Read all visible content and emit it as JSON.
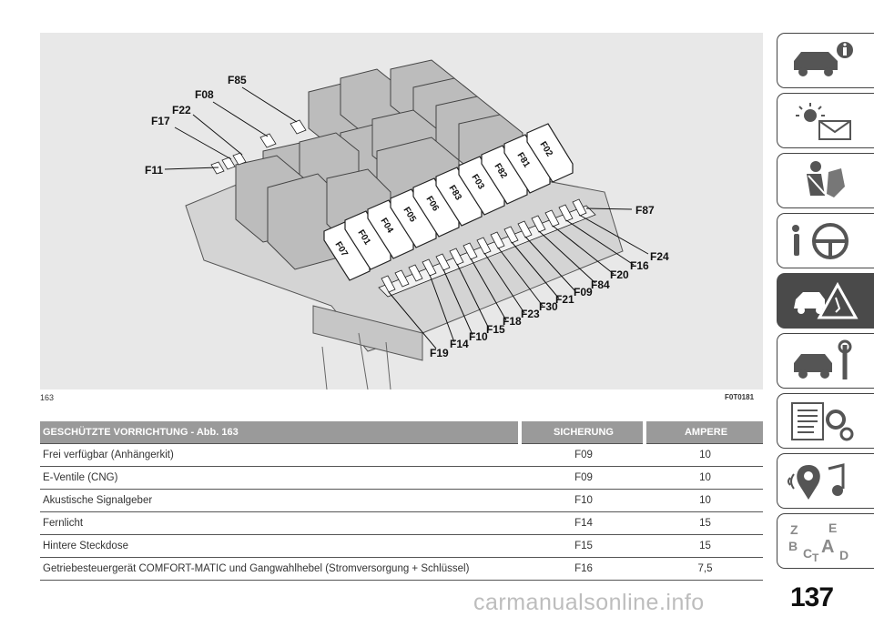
{
  "figure": {
    "number": "163",
    "code": "F0T0181",
    "callouts_left": [
      "F85",
      "F08",
      "F22",
      "F17",
      "F11"
    ],
    "callouts_right": [
      "F87",
      "F24",
      "F16",
      "F20",
      "F84",
      "F09",
      "F21",
      "F30",
      "F23",
      "F18",
      "F15",
      "F10",
      "F14",
      "F19"
    ],
    "fuses_big": [
      "F07",
      "F01",
      "F04",
      "F05",
      "F06",
      "F83",
      "F03",
      "F82",
      "F81",
      "F02"
    ]
  },
  "table": {
    "headers": {
      "device": "GESCHÜTZTE VORRICHTUNG - Abb. 163",
      "fuse": "SICHERUNG",
      "amps": "AMPERE"
    },
    "rows": [
      {
        "device": "Frei verfügbar (Anhängerkit)",
        "fuse": "F09",
        "amps": "10"
      },
      {
        "device": "E-Ventile (CNG)",
        "fuse": "F09",
        "amps": "10"
      },
      {
        "device": "Akustische Signalgeber",
        "fuse": "F10",
        "amps": "10"
      },
      {
        "device": "Fernlicht",
        "fuse": "F14",
        "amps": "15"
      },
      {
        "device": "Hintere Steckdose",
        "fuse": "F15",
        "amps": "15"
      },
      {
        "device": "Getriebesteuergerät COMFORT-MATIC und Gangwahlhebel (Stromversorgung + Schlüssel)",
        "fuse": "F16",
        "amps": "7,5"
      }
    ]
  },
  "sidebar": {
    "tabs": [
      {
        "icon": "car-info-icon"
      },
      {
        "icon": "warning-lights-icon"
      },
      {
        "icon": "seat-safety-icon"
      },
      {
        "icon": "steering-wheel-icon"
      },
      {
        "icon": "emergency-icon",
        "active": true
      },
      {
        "icon": "maintenance-icon"
      },
      {
        "icon": "technical-data-icon"
      },
      {
        "icon": "multimedia-icon"
      },
      {
        "icon": "index-icon",
        "letters": [
          "Z",
          "E",
          "B",
          "A",
          "C",
          "T",
          "D"
        ]
      }
    ]
  },
  "page_number": "137",
  "watermark": "carmanualsonline.info"
}
